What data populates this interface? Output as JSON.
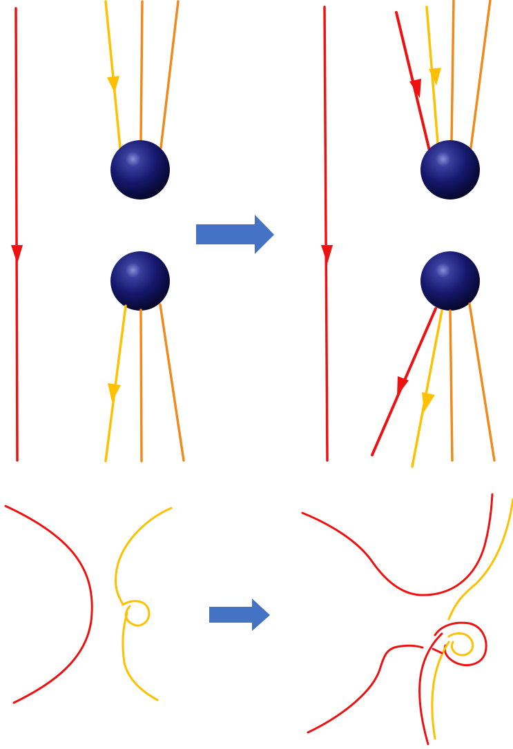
{
  "colors": {
    "red": "#ee1111",
    "yellow": "#ffc000",
    "orange": "#f08a1c",
    "sphere": "#14166b",
    "arrow": "#4472c4",
    "background": "#ffffff"
  },
  "panels": [
    {
      "id": "top-left",
      "description_shown": false
    },
    {
      "id": "top-right",
      "description_shown": false
    },
    {
      "id": "bottom-left",
      "description_shown": false
    },
    {
      "id": "bottom-right",
      "description_shown": false
    }
  ],
  "icons": {
    "transition_arrow": "right-arrow",
    "particle": "sphere"
  }
}
